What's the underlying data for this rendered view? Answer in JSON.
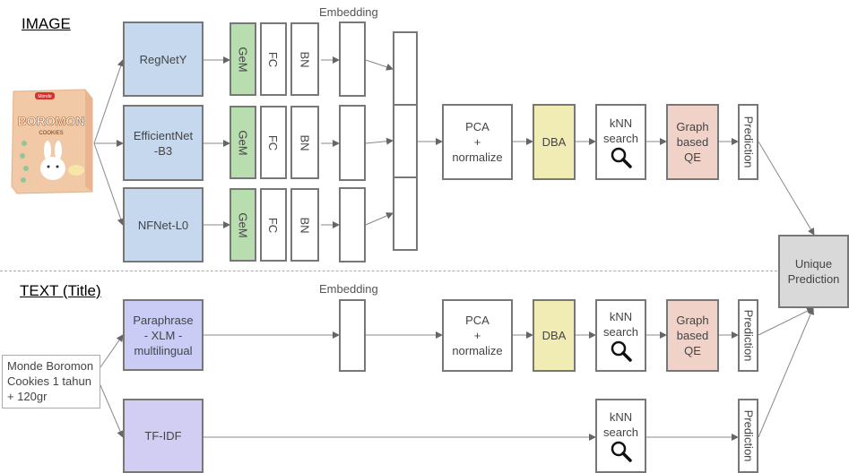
{
  "sections": {
    "image": "IMAGE",
    "text": "TEXT (Title)"
  },
  "embedding_label": "Embedding",
  "product": {
    "brand": "BOROMON",
    "sub": "COOKIES",
    "top": "Monde"
  },
  "image_backbones": [
    "RegNetY",
    "EfficientNet\n-B3",
    "NFNet-L0"
  ],
  "layers": {
    "gem": "GeM",
    "fc": "FC",
    "bn": "BN"
  },
  "pca": "PCA\n+\nnormalize",
  "dba": "DBA",
  "knn": "kNN\nsearch",
  "qe": "Graph\nbased\nQE",
  "prediction": "Prediction",
  "unique_prediction": "Unique\nPrediction",
  "title_text": "Monde Boromon\nCookies 1 tahun\n+ 120gr",
  "text_models": [
    "Paraphrase\n- XLM -\nmultilingual",
    "TF-IDF"
  ],
  "colors": {
    "backbone": "#c5d8ee",
    "gem": "#b8deb0",
    "dba": "#f1ecb3",
    "qe": "#f0d2c8",
    "unique": "#d9d9d9"
  }
}
